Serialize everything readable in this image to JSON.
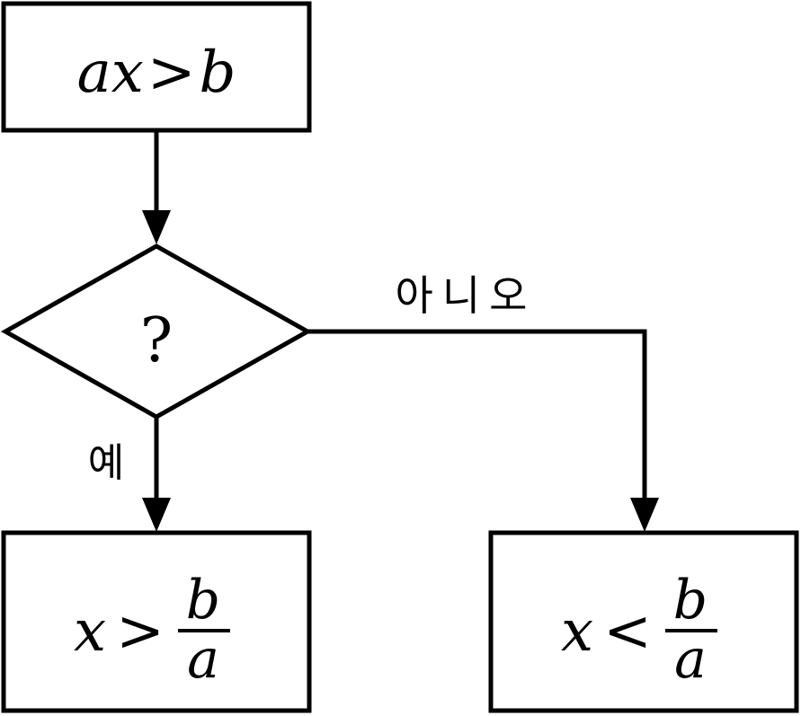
{
  "flowchart": {
    "start": {
      "lhs": "ax",
      "op": ">",
      "rhs": "b"
    },
    "decision": {
      "symbol": "?"
    },
    "yes_label": "예",
    "no_label": "아니오",
    "yes_result": {
      "lhs": "x",
      "op": ">",
      "num": "b",
      "den": "a"
    },
    "no_result": {
      "lhs": "x",
      "op": "<",
      "num": "b",
      "den": "a"
    }
  }
}
